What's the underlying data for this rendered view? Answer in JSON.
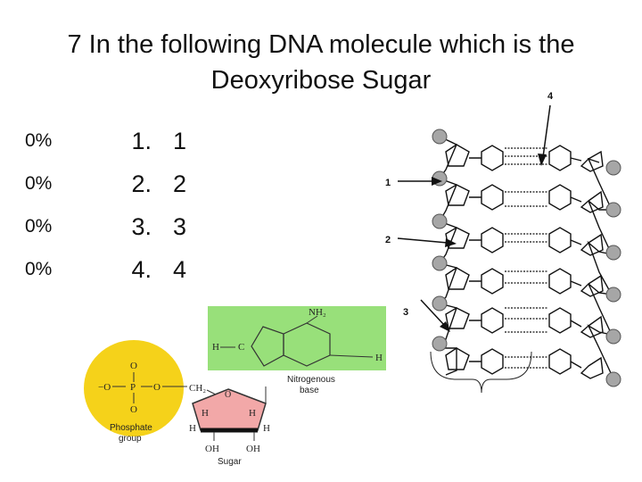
{
  "slide": {
    "title_line1": "7 In the following DNA molecule which is the",
    "title_line2": "Deoxyribose Sugar"
  },
  "answers": [
    {
      "percent": "0%",
      "number": "1.",
      "value": "1"
    },
    {
      "percent": "0%",
      "number": "2.",
      "value": "2"
    },
    {
      "percent": "0%",
      "number": "3.",
      "value": "3"
    },
    {
      "percent": "0%",
      "number": "4.",
      "value": "4"
    }
  ],
  "dna_labels": {
    "l1": "1",
    "l2": "2",
    "l3": "3",
    "l4": "4"
  },
  "nucleotide": {
    "amine": "NH₂",
    "phosphate_label": "Phosphate\ngroup",
    "base_label": "Nitrogenous\nbase",
    "sugar_label": "Sugar",
    "oh1": "OH",
    "oh2": "OH",
    "ch2": "CH₂"
  },
  "colors": {
    "phosphate": "#f5d21a",
    "base": "#98e07a",
    "sugar": "#f2a8a8",
    "node": "#a6a6a6"
  }
}
